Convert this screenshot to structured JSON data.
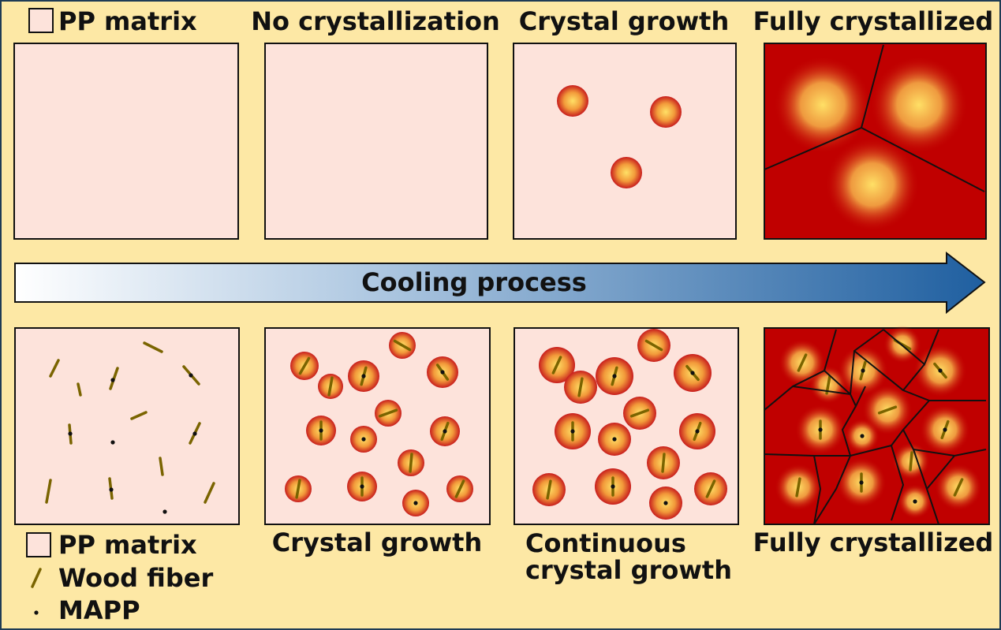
{
  "top_row": {
    "legend_label": "PP matrix",
    "titles": [
      "No crystallization",
      "Crystal growth",
      "Fully crystallized"
    ]
  },
  "arrow": {
    "label": "Cooling process"
  },
  "bottom_row": {
    "titles": [
      "Crystal growth",
      "Fully crystallized"
    ],
    "continuous_title": [
      "Continuous",
      "crystal growth"
    ]
  },
  "legend": {
    "pp_matrix": "PP matrix",
    "wood_fiber": "Wood fiber",
    "mapp": "MAPP"
  },
  "colors": {
    "background": "#fde8a5",
    "matrix": "#fde3db",
    "crystal_edge": "#c81d1d",
    "crystal_core": "#ffe066",
    "fully_crystallized": "#c00000",
    "fiber": "#7a6400",
    "arrow_start": "#ffffff",
    "arrow_end": "#1f5fa0",
    "outer_border": "#1f3b55"
  }
}
